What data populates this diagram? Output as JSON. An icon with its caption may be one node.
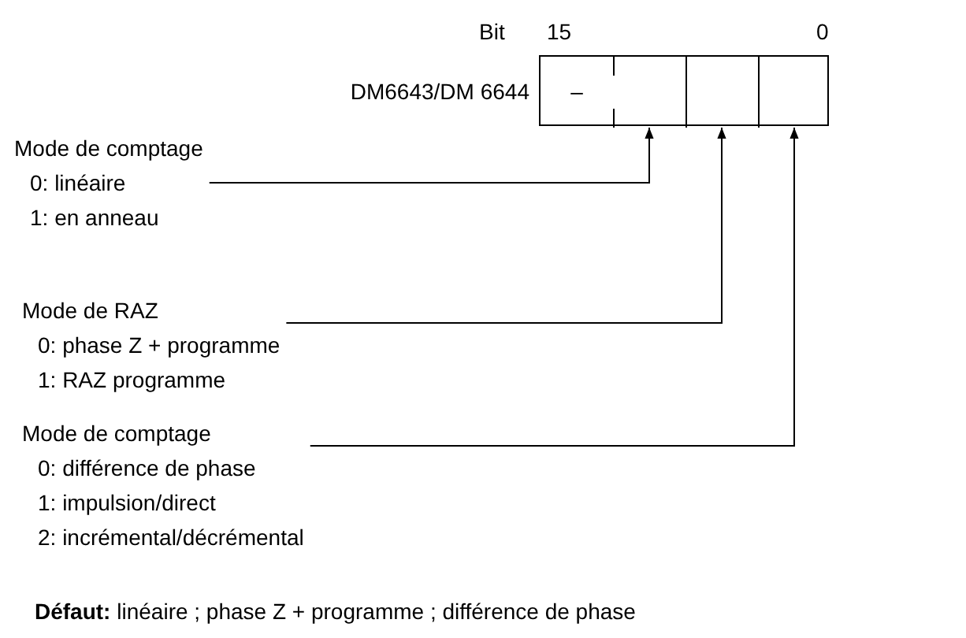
{
  "diagram": {
    "nodes": [
      {
        "text": [],
        "shape": "box",
        "beside": [
          "DM6643/DM 6644"
        ]
      },
      {
        "text": [
          "–"
        ],
        "in": 0
      },
      {
        "text": [],
        "shape": "box",
        "in": 0
      },
      {
        "text": [],
        "shape": "box",
        "in": 0
      },
      {
        "text": [],
        "shape": "box",
        "in": 0
      },
      {
        "text": [
          "Mode de comptage",
          "0: linéaire",
          "1: en anneau"
        ]
      },
      {
        "text": [
          "Mode de RAZ",
          "0: phase Z + programme",
          "1: RAZ programme"
        ]
      },
      {
        "text": [
          "Mode de comptage",
          "0: différence de phase",
          "1: impulsion/direct",
          "2: incrémental/décrémental"
        ]
      }
    ],
    "edges": [
      {
        "from": 5,
        "to": 2,
        "arrow": "to"
      },
      {
        "from": 6,
        "to": 3,
        "arrow": "to"
      },
      {
        "from": 7,
        "to": 4,
        "arrow": "to"
      }
    ],
    "labels": [
      "Bit",
      "15",
      "0",
      "**Défaut:** linéaire ; phase Z + programme ; différence de phase"
    ]
  }
}
